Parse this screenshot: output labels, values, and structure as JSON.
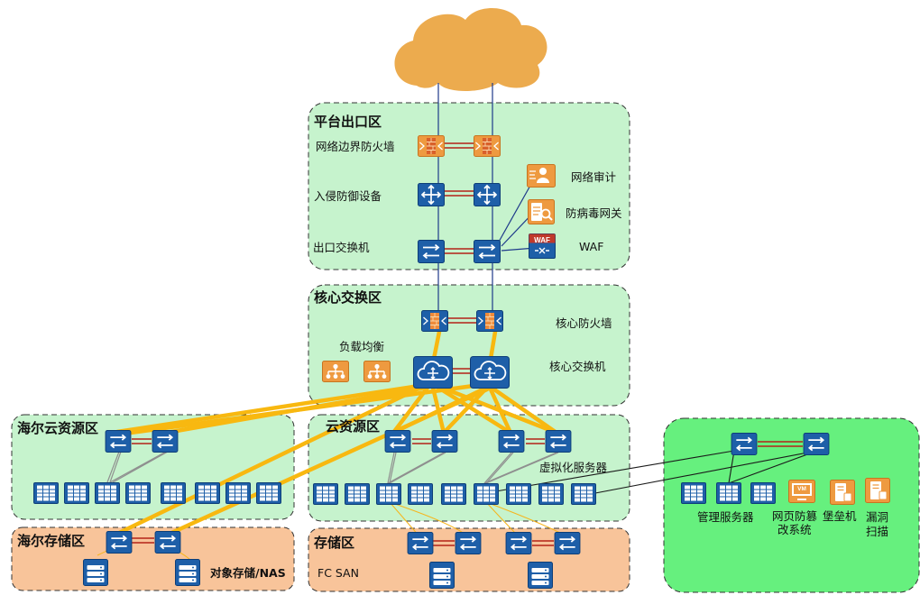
{
  "zones": {
    "exit": "平台出口区",
    "core": "核心交换区",
    "haier_cloud": "海尔云资源区",
    "cloud": "云资源区",
    "haier_storage": "海尔存储区",
    "storage": "存储区"
  },
  "labels": {
    "border_firewall": "网络边界防火墙",
    "ips": "入侵防御设备",
    "exit_switch": "出口交换机",
    "net_audit": "网络审计",
    "av_gateway": "防病毒网关",
    "waf": "WAF",
    "core_firewall": "核心防火墙",
    "load_balance": "负载均衡",
    "core_switch": "核心交换机",
    "virt_server": "虚拟化服务器",
    "object_storage": "对象存储/NAS",
    "fc_san": "FC SAN",
    "mgmt_server": "管理服务器",
    "web_tamper_1": "网页防篡",
    "web_tamper_2": "改系统",
    "bastion": "堡垒机",
    "vuln_scan_1": "漏洞",
    "vuln_scan_2": "扫描"
  },
  "icon_texts": {
    "waf_badge": "WAF",
    "vm_badge": "VM"
  },
  "colors": {
    "zone_green": "#c6f3cd",
    "mgmt_green": "#66f07e",
    "storage_orange": "#f8c49a",
    "cloud_orange": "#ecab4e",
    "trunk_yellow": "#f8b810",
    "device_blue": "#1e5fa8",
    "device_orange": "#ee9a40",
    "link_red": "#b42318"
  }
}
